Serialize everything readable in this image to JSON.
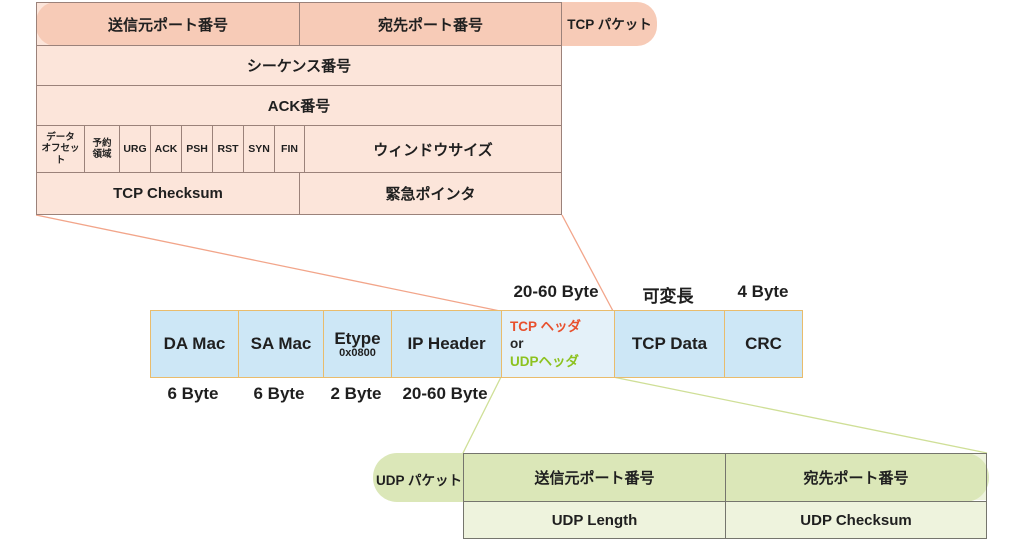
{
  "colors": {
    "tcp_highlight": "#f7cbb7",
    "tcp_row_fill": "#fce5da",
    "tcp_table_border": "#9b827a",
    "frame_fill": "#cde7f6",
    "frame_header_cell_fill": "#e4f1f9",
    "frame_border": "#e9bc6c",
    "tcp_header_text": "#e8502d",
    "udp_header_text": "#8dc21f",
    "udp_highlight": "#dbe7b8",
    "udp_row_fill": "#eef3dd",
    "udp_table_border": "#75756d",
    "tcp_connector_line": "#f2a58a",
    "udp_connector_line": "#cfdf97"
  },
  "tcp_table": {
    "packet_label": "TCP パケット",
    "row1": {
      "src_port": "送信元ポート番号",
      "dst_port": "宛先ポート番号"
    },
    "row2": "シーケンス番号",
    "row3": "ACK番号",
    "row4": {
      "data_offset": "データ\nオフセット",
      "reserved": "予約\n領域",
      "flags": [
        "URG",
        "ACK",
        "PSH",
        "RST",
        "SYN",
        "FIN"
      ],
      "window": "ウィンドウサイズ"
    },
    "row5": {
      "checksum": "TCP Checksum",
      "urgent": "緊急ポインタ"
    }
  },
  "frame": {
    "cells": [
      {
        "label": "DA Mac",
        "size_below": "6 Byte"
      },
      {
        "label": "SA Mac",
        "size_below": "6 Byte"
      },
      {
        "label": "Etype",
        "sub": "0x0800",
        "size_below": "2 Byte"
      },
      {
        "label": "IP Header",
        "size_below": "20-60 Byte"
      },
      {
        "lines": [
          "TCP ヘッダ",
          "or",
          "UDPヘッダ"
        ],
        "size_above": "20-60 Byte"
      },
      {
        "label": "TCP Data",
        "size_above": "可変長"
      },
      {
        "label": "CRC",
        "size_above": "4 Byte"
      }
    ]
  },
  "udp_table": {
    "packet_label": "UDP パケット",
    "row1": {
      "src_port": "送信元ポート番号",
      "dst_port": "宛先ポート番号"
    },
    "row2": {
      "length": "UDP Length",
      "checksum": "UDP Checksum"
    }
  }
}
